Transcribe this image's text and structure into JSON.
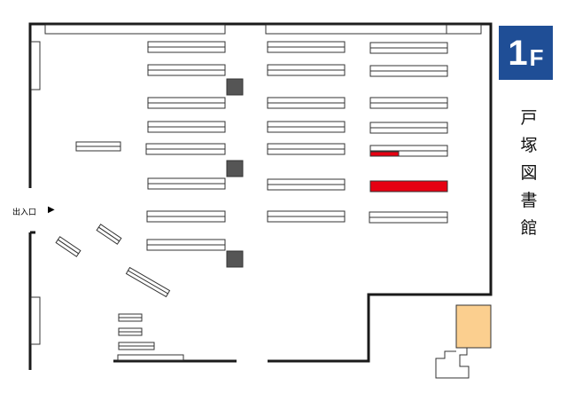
{
  "floor_badge": {
    "number": "1",
    "letter": "F",
    "color": "#1f4e96"
  },
  "library_name_chars": [
    "戸",
    "塚",
    "図",
    "書",
    "館"
  ],
  "entrance_label": "出入口",
  "entrance_arrow_icon": "right-triangle-arrow",
  "colors": {
    "wall": "#1a1a1a",
    "shelf_outline": "#333333",
    "pillar": "#555555",
    "highlight": "#e60012",
    "room": "#fbcf8f"
  },
  "highlighted_shelves": 2,
  "legend": []
}
